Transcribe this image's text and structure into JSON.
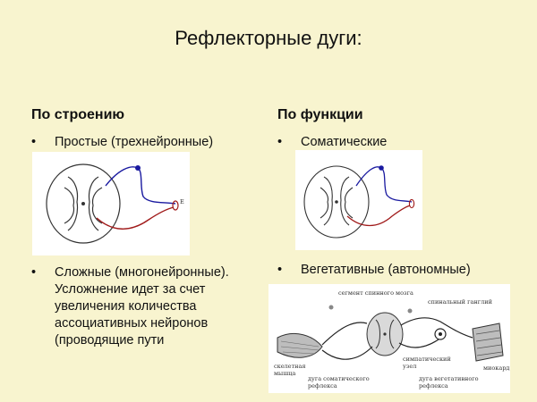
{
  "slide": {
    "title": "Рефлекторные дуги:",
    "left": {
      "heading": "По строению",
      "bullet1": "Простые (трехнейронные)",
      "bullet2_lines": [
        "Сложные (многонейронные).",
        "Усложнение идет за счет",
        "увеличения количества",
        "ассоциативных нейронов",
        "(проводящие пути"
      ]
    },
    "right": {
      "heading": "По функции",
      "bullet1": "Соматические",
      "bullet2": "Вегетативные (автономные)"
    },
    "bullet_glyph": "•",
    "diagram_labels": {
      "receptor": "E",
      "segment": "сегмент спинного мозга",
      "spinal_ganglion": "спинальный ганглий",
      "skeletal_muscle_1": "скелетная",
      "skeletal_muscle_2": "мышца",
      "sympathetic_node_1": "симпатический",
      "sympathetic_node_2": "узел",
      "myocard": "миокард",
      "somatic_arc_1": "дуга соматического",
      "somatic_arc_2": "рефлекса",
      "vegetative_arc_1": "дуга вегетативного",
      "vegetative_arc_2": "рефлекса"
    },
    "colors": {
      "background": "#f8f4cf",
      "sensory": "#1a1aa0",
      "motor": "#a01a1a"
    }
  }
}
